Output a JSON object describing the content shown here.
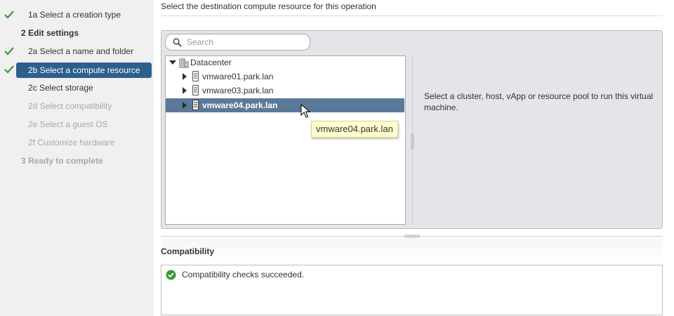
{
  "sidebar": {
    "steps": [
      {
        "label": "1a  Select a creation type",
        "state": "done"
      },
      {
        "label": "2  Edit settings",
        "state": "header"
      },
      {
        "label": "2a  Select a name and folder",
        "state": "done"
      },
      {
        "label": "2b  Select a compute resource",
        "state": "active"
      },
      {
        "label": "2c  Select storage",
        "state": "plain"
      },
      {
        "label": "2d  Select compatibility",
        "state": "disabled"
      },
      {
        "label": "2e  Select a guest OS",
        "state": "disabled"
      },
      {
        "label": "2f  Customize hardware",
        "state": "disabled"
      },
      {
        "label": "3  Ready to complete",
        "state": "disabled-header"
      }
    ]
  },
  "main": {
    "instruction": "Select the destination compute resource for this operation",
    "search": {
      "placeholder": "Search",
      "value": ""
    },
    "tree": {
      "root": "Datacenter",
      "hosts": [
        "vmware01.park.lan",
        "vmware03.park.lan",
        "vmware04.park.lan"
      ],
      "selected": "vmware04.park.lan"
    },
    "tooltip": "vmware04.park.lan",
    "right_message": "Select a cluster, host, vApp or resource pool to run this virtual machine."
  },
  "compatibility": {
    "title": "Compatibility",
    "message": "Compatibility checks succeeded."
  },
  "colors": {
    "active_step": "#2d5f8d",
    "selected_row": "#5b7a99",
    "check_green": "#3c9a3c",
    "tooltip_bg": "#ffffcc"
  },
  "icons": [
    "check-icon",
    "search-icon",
    "datacenter-icon",
    "host-icon",
    "expand-arrow-icon",
    "collapse-arrow-icon",
    "mouse-cursor-icon",
    "success-icon"
  ]
}
